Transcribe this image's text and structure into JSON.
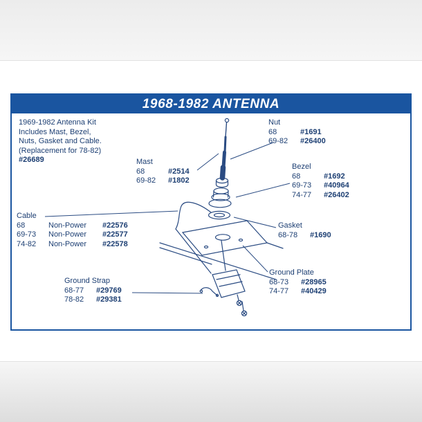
{
  "page": {
    "title": "1968-1982 ANTENNA"
  },
  "kit_note": {
    "lines": [
      "1969-1982 Antenna Kit",
      "Includes Mast, Bezel,",
      "Nuts, Gasket and Cable.",
      "(Replacement for 78-82)"
    ],
    "part": "#26689"
  },
  "mast": {
    "title": "Mast",
    "rows": [
      {
        "years": "68",
        "part": "#2514"
      },
      {
        "years": "69-82",
        "part": "#1802"
      }
    ]
  },
  "nut": {
    "title": "Nut",
    "rows": [
      {
        "years": "68",
        "part": "#1691"
      },
      {
        "years": "69-82",
        "part": "#26400"
      }
    ]
  },
  "bezel": {
    "title": "Bezel",
    "rows": [
      {
        "years": "68",
        "part": "#1692"
      },
      {
        "years": "69-73",
        "part": "#40964"
      },
      {
        "years": "74-77",
        "part": "#26402"
      }
    ]
  },
  "gasket": {
    "title": "Gasket",
    "rows": [
      {
        "years": "68-78",
        "part": "#1690"
      }
    ]
  },
  "ground_plate": {
    "title": "Ground Plate",
    "rows": [
      {
        "years": "68-73",
        "part": "#28965"
      },
      {
        "years": "74-77",
        "part": "#40429"
      }
    ]
  },
  "cable": {
    "title": "Cable",
    "rows": [
      {
        "years": "68",
        "type": "Non-Power",
        "part": "#22576"
      },
      {
        "years": "69-73",
        "type": "Non-Power",
        "part": "#22577"
      },
      {
        "years": "74-82",
        "type": "Non-Power",
        "part": "#22578"
      }
    ]
  },
  "ground_strap": {
    "title": "Ground Strap",
    "rows": [
      {
        "years": "68-77",
        "part": "#29769"
      },
      {
        "years": "78-82",
        "part": "#29381"
      }
    ]
  },
  "colors": {
    "header_bg": "#1a55a0",
    "border": "#1a55a0",
    "text": "#1d3f73",
    "line": "#2a4b82"
  }
}
